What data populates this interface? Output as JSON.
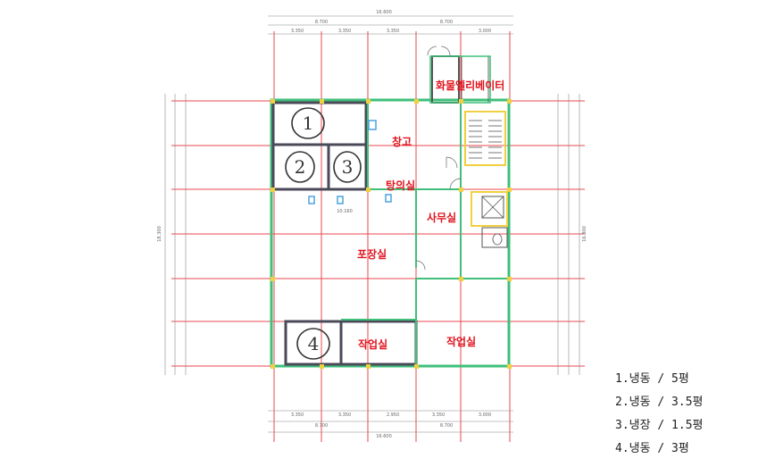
{
  "rooms": {
    "freight_elevator": "화물엘리베이터",
    "warehouse": "창고",
    "lab": "탕의실",
    "office": "사무실",
    "packing": "포장실",
    "work_left": "작업실",
    "work_right": "작업실"
  },
  "storage_marks": [
    "1",
    "2",
    "3",
    "4"
  ],
  "legend": [
    "1.냉동 / 5평",
    "2.냉동 / 3.5평",
    "3.냉장 / 1.5평",
    "4.냉동 / 3평"
  ],
  "dimensions": {
    "top_total": "16.600",
    "top_sub": [
      "8.700",
      "8.700"
    ],
    "top_parts": [
      "3.350",
      "3.350",
      "3.350",
      "3.000"
    ],
    "bottom_total": "16.600",
    "bottom_sub": [
      "8.700",
      "8.700"
    ],
    "bottom_parts": [
      "3.350",
      "3.350",
      "2.950",
      "3.350",
      "3.000"
    ],
    "left_total": "18.300",
    "right_total": "16.800",
    "inner": "10.160"
  },
  "colors": {
    "axis_line": "#e8474f",
    "wall_green": "#3fbf7a",
    "wall_dark": "#4a4a58",
    "accent_blue": "#4aa3e0",
    "accent_yellow": "#f0d040",
    "label_red": "#e0141e"
  }
}
